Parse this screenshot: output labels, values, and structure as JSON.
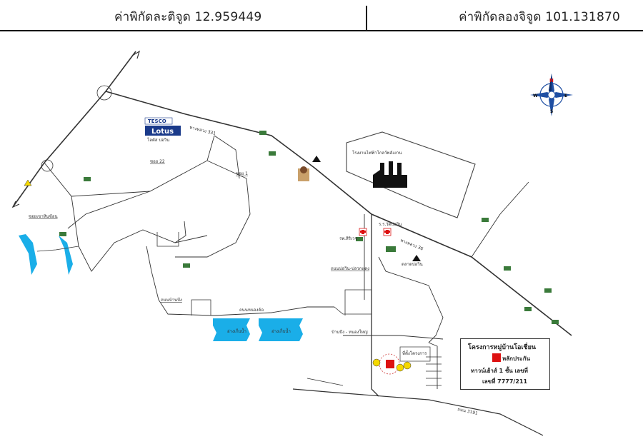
{
  "header": {
    "latitude_label": "ค่าพิกัดละติจูด 12.959449",
    "longitude_label": "ค่าพิกัดลองจิจูด 101.131870"
  },
  "compass": {
    "n": "N",
    "s": "S",
    "e": "E",
    "w": "W"
  },
  "landmarks": {
    "tesco_top": "TESCO",
    "tesco_bottom": "Lotus",
    "tesco_sub": "โลตัส บ่อวิน",
    "factory": "โรงงานไฟฟ้าโกลว์พลังงาน",
    "reservoir_1": "อ่างเก็บน้ำ",
    "reservoir_2": "อ่างเก็บน้ำ",
    "hospital": "รพ.สิริเวช",
    "school": "ร.ร.วัดบ่อวิน",
    "market": "ตลาดบ่อวิน",
    "project_box": "ที่ตั้งโครงการ"
  },
  "roads": {
    "r331": "ทางหลวง 331",
    "r36": "ทางหลวง 36",
    "r3191": "ถนน 3191",
    "soi_1": "ซอย 1",
    "soi_2": "ซอยเขาหินซ้อน",
    "soi_3": "ถนนบ้านบึง",
    "soi_4": "ซอย 22",
    "soi_5": "ถนนบ่อวิน-ปลวกแดง",
    "soi_6": "บ้านบึง - หนองใหญ่",
    "soi_7": "ถนนหนองค้อ"
  },
  "legend": {
    "title": "โครงการหมู่บ้านโอเชี่ยน",
    "key": "หลักประกัน",
    "line1": "ทาวน์เฮ้าส์ 1 ชั้น เลขที่",
    "line2": "เลขที่ 7777/211"
  },
  "colors": {
    "road": "#333333",
    "water": "#1aaee8",
    "project": "#dd1111",
    "circle_marker": "#f5d800",
    "compass_blue": "#1f4fa3"
  }
}
